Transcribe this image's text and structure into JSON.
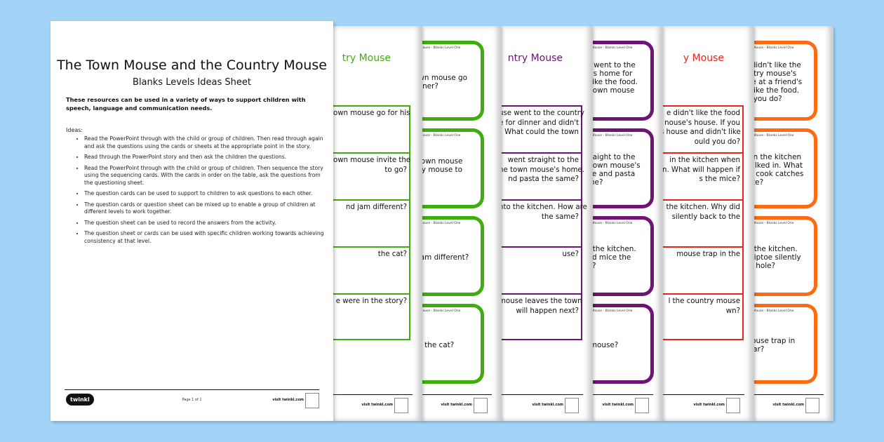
{
  "main": {
    "title": "The Town Mouse and the Country Mouse",
    "subtitle": "Blanks Levels Ideas Sheet",
    "intro": "These resources can be used in a variety of ways to support children with speech, language and communication needs.",
    "ideas_heading": "Ideas:",
    "ideas": [
      "Read the PowerPoint through with the child or group of children. Then read through again and ask the questions using the cards or sheets at the appropriate point in the story.",
      "Read through the PowerPoint story and then ask the children the questions.",
      "Read the PowerPoint through with the child or group of children. Then sequence the story using the sequencing cards.  With the cards in order on the table, ask the questions from the questioning sheet.",
      "The question cards can be used to support to children to ask questions to each other.",
      "The question cards or question sheet can be mixed up to enable a group of children at different levels to work together.",
      "The question sheet can be used to record the answers from the activity.",
      "The question sheet or cards can be used with specific children working towards achieving consistency at that level."
    ],
    "logo": "twinkl",
    "page_number": "Page 1 of 1",
    "visit": "visit twinkl.com"
  },
  "colors": {
    "green": "#3fae0c",
    "purple": "#6e1477",
    "red": "#e8251b",
    "orange": "#ff6a12",
    "background": "#a3d4f7"
  },
  "strips": [
    {
      "kind": "sheet",
      "color": "green",
      "title": "try Mouse",
      "visit": "visit twinkl.com",
      "rows": [
        [
          "town mouse go for his"
        ],
        [
          "town mouse invite the",
          "to go?"
        ],
        [
          "nd jam different?"
        ],
        [
          "the cat?"
        ],
        [
          "e were in the story?"
        ]
      ]
    },
    {
      "kind": "cards",
      "color": "green",
      "header": "ntry Mouse - Blanks Level One",
      "visit": "visit twinkl.com",
      "cards": [
        [
          "town mouse go",
          "dinner?"
        ],
        [
          "e town mouse",
          "ntry mouse to",
          "o?"
        ],
        [
          "d jam different?"
        ],
        [
          "r is the cat?"
        ]
      ]
    },
    {
      "kind": "sheet",
      "color": "purple",
      "title": "ntry Mouse",
      "visit": "visit twinkl.com",
      "rows": [
        [
          "use went to the country",
          "e for dinner and didn't",
          ". What could the town"
        ],
        [
          "went straight to the",
          "he town mouse's home.",
          "nd pasta the same?"
        ],
        [
          "nto the kitchen. How are",
          "the same?"
        ],
        [
          "use?"
        ],
        [
          "mouse leaves the town",
          "will happen next?"
        ]
      ]
    },
    {
      "kind": "cards",
      "color": "purple",
      "header": "ntry Mouse - Blanks Level One",
      "visit": "visit twinkl.com",
      "cards": [
        [
          "se went to the",
          "se's home for",
          "'t like the food.",
          "e town mouse",
          "y?"
        ],
        [
          "straight to the",
          "e town mouse's",
          "rice and pasta",
          "ame?"
        ],
        [
          "to the kitchen.",
          "and mice the",
          "ne?"
        ],
        [
          "n mouse?"
        ]
      ]
    },
    {
      "kind": "sheet",
      "color": "red",
      "title": "y Mouse",
      "visit": "visit twinkl.com",
      "rows": [
        [
          "e didn't like the food",
          "nouse's house. If you",
          "s house and didn't like",
          "ould you do?"
        ],
        [
          "in the kitchen when",
          "in. What will happen if",
          "s the mice?"
        ],
        [
          "the kitchen. Why did",
          "silently back to the"
        ],
        [
          "mouse trap in the"
        ],
        [
          "l the country mouse",
          "wn?"
        ]
      ]
    },
    {
      "kind": "cards",
      "color": "orange",
      "header": "ntry Mouse - Blanks Level One",
      "visit": "visit twinkl.com",
      "cards": [
        [
          "e didn't like the",
          "untry mouse's",
          "ere at a friend's",
          "'t like the food.",
          "ld you do?"
        ],
        [
          "e in the kitchen",
          "walked in. What",
          "he cook catches",
          "nice?"
        ],
        [
          "to the kitchen.",
          "e tiptoe silently",
          "he hole?"
        ],
        [
          "mouse trap in",
          "ellar?"
        ]
      ]
    }
  ]
}
